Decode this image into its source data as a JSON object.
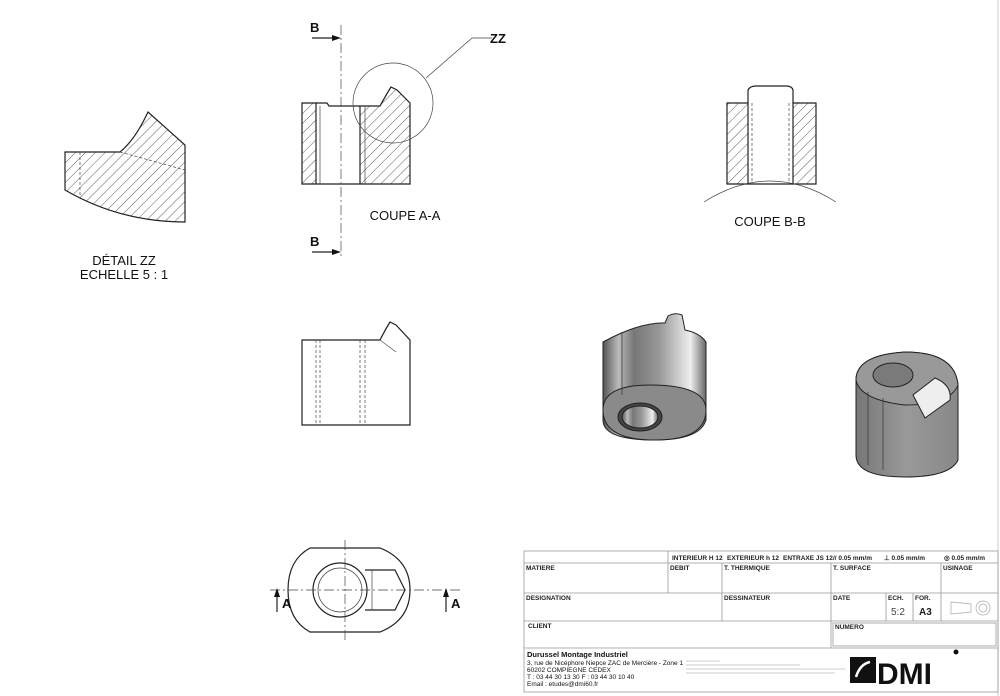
{
  "drawing": {
    "detail": {
      "title": "DÉTAIL ZZ",
      "scale": "ECHELLE 5 : 1"
    },
    "section_aa": {
      "label": "COUPE A-A",
      "cut_label": "B",
      "detail_ref": "ZZ"
    },
    "section_bb": {
      "label": "COUPE B-B"
    },
    "bottom_view": {
      "cut_label": "A"
    }
  },
  "title_block": {
    "tolerances": [
      "INTERIEUR H 12",
      "EXTERIEUR h 12",
      "ENTRAXE JS 12",
      "// 0.05 mm/m",
      "⊥ 0.05 mm/m",
      "◎ 0.05 mm/m"
    ],
    "matiere": "MATIERE",
    "debit": "DEBIT",
    "t_thermique": "T. THERMIQUE",
    "t_surface": "T. SURFACE",
    "usinage": "USINAGE",
    "designation": "DESIGNATION",
    "dessinateur": "DESSINATEUR",
    "date": "DATE",
    "ech_label": "ECH.",
    "ech_value": "5:2",
    "for_label": "FOR.",
    "for_value": "A3",
    "client": "CLIENT",
    "numero": "NUMERO",
    "company": {
      "name": "Durussel Montage Industriel",
      "address1": "3, rue de Nicéphore Niepce   ZAC de Mercière - Zone 1",
      "address2": "60202 COMPIEGNE  CEDEX",
      "phone": "T : 03 44 30 13 30    F : 03 44 30 10 40",
      "email": "Email : etudes@dmi60.fr"
    },
    "logo": "DMI"
  }
}
